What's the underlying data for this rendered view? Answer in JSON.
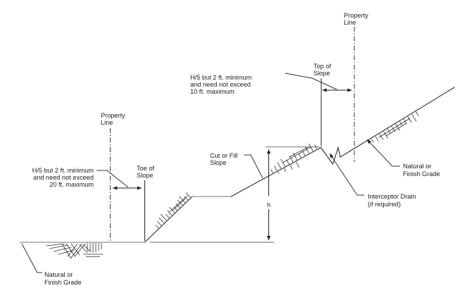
{
  "figure": {
    "background": "#ffffff",
    "ink_color": "#333333",
    "light_line_color": "#9a9a9a",
    "labels": {
      "property_line_left": [
        "Property",
        "Line"
      ],
      "property_line_right": [
        "Property",
        "Line"
      ],
      "toe_of_slope": [
        "Toe of",
        "Slope"
      ],
      "top_of_slope": [
        "Top of",
        "Slope"
      ],
      "cut_or_fill_slope": [
        "Cut or Fill",
        "Slope"
      ],
      "setback_toe": [
        "H/5 but 2 ft. minimum",
        "and need not exceed",
        "20 ft. maximum"
      ],
      "setback_top": [
        "H/5 but 2 ft. minimum",
        "and need not exceed",
        "10 ft. maximum"
      ],
      "natural_grade_left": [
        "Natural or",
        "Finish Grade"
      ],
      "natural_grade_right": [
        "Natural or",
        "Finish Grade"
      ],
      "interceptor_drain": [
        "Interceptor Drain",
        "(if required)"
      ],
      "height_dimension": "h"
    }
  }
}
